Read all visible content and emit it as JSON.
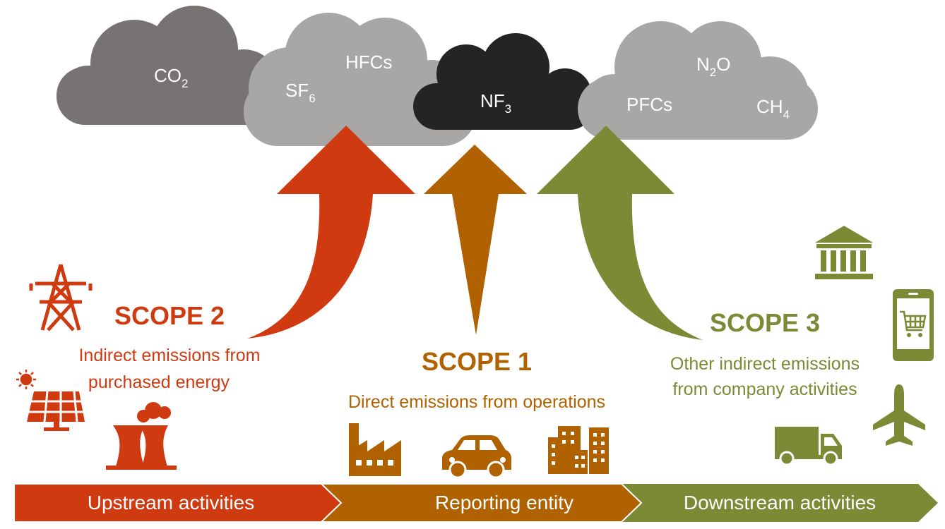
{
  "colors": {
    "scope2": "#d03a10",
    "scope1": "#b06200",
    "scope3": "#7a8a35",
    "cloud_dark": "#242424",
    "cloud_mid": "#777373",
    "cloud_light": "#a9a6a6"
  },
  "gases": {
    "co2": {
      "base": "CO",
      "sub": "2"
    },
    "sf6": {
      "base": "SF",
      "sub": "6"
    },
    "hfcs": {
      "base": "HFCs",
      "sub": ""
    },
    "nf3": {
      "base": "NF",
      "sub": "3"
    },
    "pfcs": {
      "base": "PFCs",
      "sub": ""
    },
    "n2o": {
      "base": "N",
      "sub": "2",
      "suffix": "O"
    },
    "ch4": {
      "base": "CH",
      "sub": "4"
    }
  },
  "scope2": {
    "title": "SCOPE 2",
    "desc_line1": "Indirect emissions from",
    "desc_line2": "purchased energy",
    "icons": [
      "power-tower-icon",
      "solar-panel-icon",
      "power-plant-icon"
    ]
  },
  "scope1": {
    "title": "SCOPE 1",
    "desc": "Direct emissions from operations",
    "icons": [
      "factory-icon",
      "car-icon",
      "buildings-icon"
    ]
  },
  "scope3": {
    "title": "SCOPE 3",
    "desc_line1": "Other indirect emissions",
    "desc_line2": "from company activities",
    "icons": [
      "bank-icon",
      "phone-cart-icon",
      "airplane-icon",
      "truck-icon"
    ]
  },
  "bands": {
    "upstream": "Upstream activities",
    "reporting": "Reporting entity",
    "downstream": "Downstream activities"
  }
}
